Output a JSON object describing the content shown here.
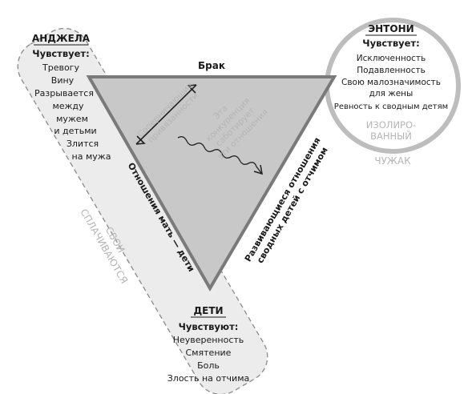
{
  "anjela": {
    "name": "АНДЖЕЛА",
    "feels_label": "Чувствует:",
    "feelings": [
      "Тревогу",
      "Вину",
      "Разрывается",
      "между",
      "мужем",
      "и детьми",
      "Злится",
      "на мужа"
    ]
  },
  "anthony": {
    "name": "ЭНТОНИ",
    "feels_label": "Чувствует:",
    "feelings": [
      "Исключенность",
      "Подавленность",
      "Свою малозначимость",
      "для жены",
      "Ревность к сводным детям"
    ],
    "status_lines": [
      "ИЗОЛИРО-",
      "ВАННЫЙ"
    ],
    "outsider": "ЧУЖАК"
  },
  "children": {
    "name": "ДЕТИ",
    "feels_label": "Чувствуют:",
    "feelings": [
      "Неуверенность",
      "Смятение",
      "Боль",
      "Злость на отчима"
    ]
  },
  "edges": {
    "top": "Брак",
    "left": "Отношения мать — дети",
    "right_lines": [
      "Развивающиеся отношения",
      "сводных детей с отчимом"
    ]
  },
  "inner": {
    "competing_lines": [
      "Соперничающие",
      "привязанности"
    ],
    "sabotage_lines": [
      "Эта",
      "конкуренция",
      "саботирует",
      "эти отношения"
    ]
  },
  "band_label_lines": [
    "СВОИ",
    "СПЛАЧИВАЮТСЯ"
  ],
  "colors": {
    "triangle_fill": "#c8c8c8",
    "triangle_stroke": "#7a7a7a",
    "band_fill": "#ececec",
    "band_stroke": "#8a8a8a",
    "faded_text": "#b5b5b5"
  }
}
